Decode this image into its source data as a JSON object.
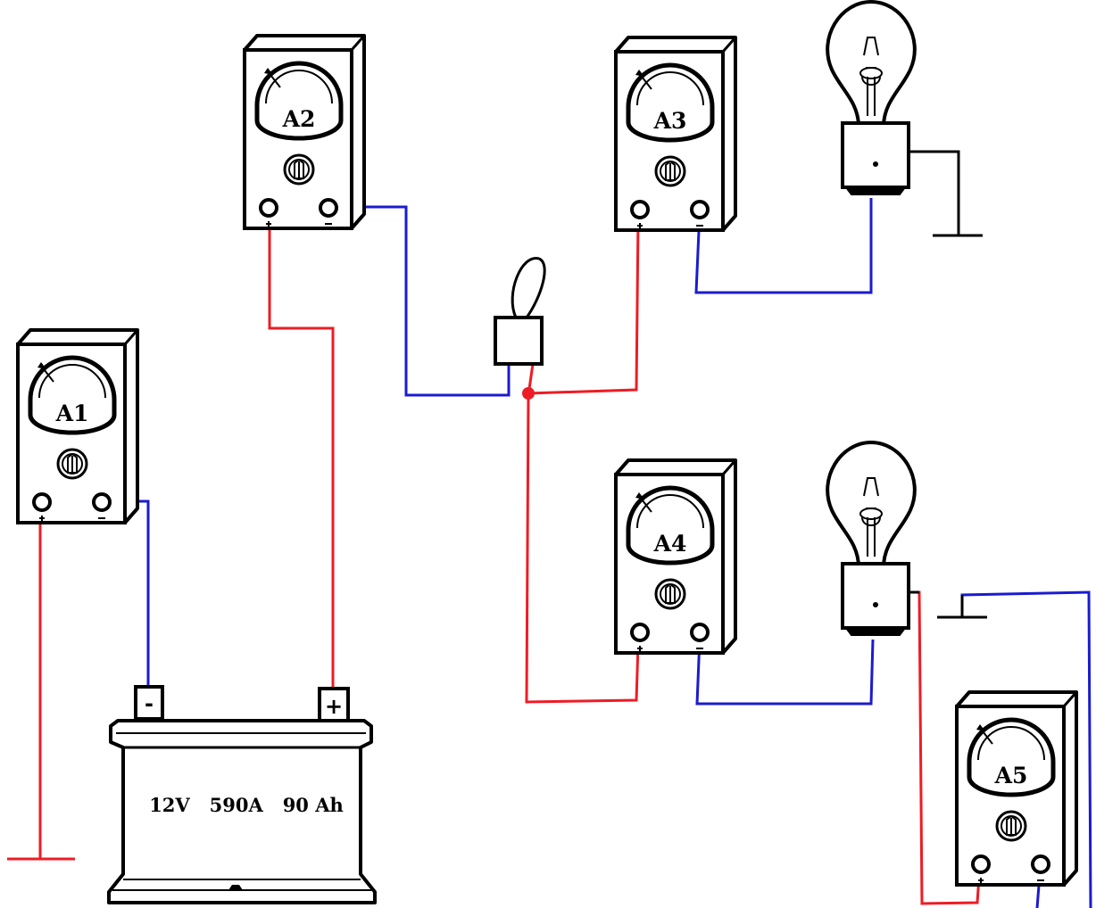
{
  "meters": [
    {
      "id": "a1",
      "label": "A1"
    },
    {
      "id": "a2",
      "label": "A2"
    },
    {
      "id": "a3",
      "label": "A3"
    },
    {
      "id": "a4",
      "label": "A4"
    },
    {
      "id": "a5",
      "label": "A5"
    }
  ],
  "battery": {
    "spec_label": "12V   590A   90 Ah",
    "negative_symbol": "-",
    "positive_symbol": "+"
  },
  "colors": {
    "wire_positive": "#ee1c24",
    "wire_negative": "#1b1bd0",
    "outline": "#000000",
    "background": "#ffffff"
  }
}
